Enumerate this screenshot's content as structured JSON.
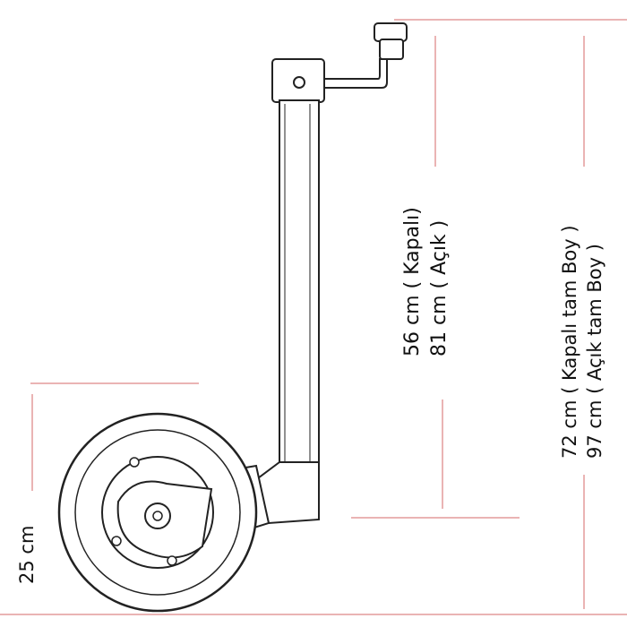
{
  "colors": {
    "dimension_line": "#d46a6a",
    "drawing_stroke": "#222222",
    "background": "#ffffff"
  },
  "dimensions": {
    "wheel_height": "25 cm",
    "tube_closed": "56 cm ( Kapalı)",
    "tube_open": "81 cm ( Açık )",
    "total_closed": "72 cm ( Kapalı tam Boy )",
    "total_open": "97 cm ( Açık tam Boy )"
  }
}
